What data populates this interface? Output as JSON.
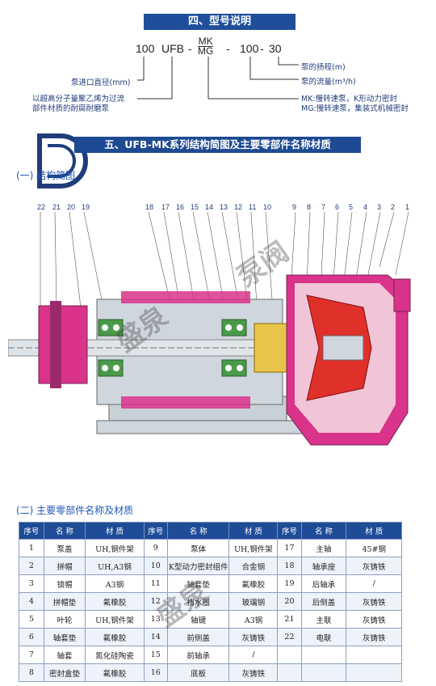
{
  "section4_title": "四、型号说明",
  "model": {
    "p1": "100",
    "p2": "UFB",
    "dash1": "-",
    "p3_top": "MK",
    "p3_bot": "MG",
    "dash2": "-",
    "p4": "100",
    "dash3": "-",
    "p5": "30"
  },
  "model_labels": {
    "inlet": "泵进口直径(mm)",
    "material_line1": "以超高分子量聚乙烯为过流",
    "material_line2": "部件材质的耐腐耐磨泵",
    "head": "泵的扬程(m)",
    "flow": "泵的流量(m³/h)",
    "mk": "MK:慢转速泵，K形动力密封",
    "mg": "MG:慢转速泵，集装式机械密封"
  },
  "section5_title": "五、UFB-MK系列结构简图及主要零部件名称材质",
  "sub1": "(一) 结构简图",
  "sub2": "(二) 主要零部件名称及材质",
  "part_numbers_left": [
    "22",
    "21",
    "20",
    "19"
  ],
  "part_numbers_mid": [
    "18",
    "17",
    "16",
    "15",
    "14",
    "13",
    "12",
    "11",
    "10"
  ],
  "part_numbers_right": [
    "9",
    "8",
    "7",
    "6",
    "5",
    "4",
    "3",
    "2",
    "1"
  ],
  "table": {
    "headers": [
      "序号",
      "名 称",
      "材 质",
      "序号",
      "名 称",
      "材 质",
      "序号",
      "名 称",
      "材 质"
    ],
    "rows": [
      [
        "1",
        "泵盖",
        "UH,钢件架",
        "9",
        "泵体",
        "UH,钢件架",
        "17",
        "主轴",
        "45#钢"
      ],
      [
        "2",
        "拼帽",
        "UH,A3钢",
        "10",
        "K型动力密封组件",
        "合金钢",
        "18",
        "轴承座",
        "灰铸铁"
      ],
      [
        "3",
        "锁帽",
        "A3钢",
        "11",
        "轴套垫",
        "氟橡胶",
        "19",
        "后轴承",
        "/"
      ],
      [
        "4",
        "拼帽垫",
        "氟橡胶",
        "12",
        "挡水圈",
        "玻璃钢",
        "20",
        "后侧盖",
        "灰铸铁"
      ],
      [
        "5",
        "叶轮",
        "UH,钢件架",
        "13",
        "轴键",
        "A3钢",
        "21",
        "主联",
        "灰铸铁"
      ],
      [
        "6",
        "轴套垫",
        "氟橡胶",
        "14",
        "前侧盖",
        "灰铸铁",
        "22",
        "电联",
        "灰铸铁"
      ],
      [
        "7",
        "轴套",
        "氮化硅陶瓷",
        "15",
        "前轴承",
        "/",
        "",
        "",
        ""
      ],
      [
        "8",
        "密封盒垫",
        "氟橡胶",
        "16",
        "底板",
        "灰铸铁",
        "",
        "",
        ""
      ]
    ]
  },
  "colors": {
    "banner": "#1f4e9b",
    "pump_pink": "#d9338a",
    "pump_red": "#e0302a",
    "steel": "#cfd6dd",
    "bearing_green": "#4a9a4a"
  }
}
